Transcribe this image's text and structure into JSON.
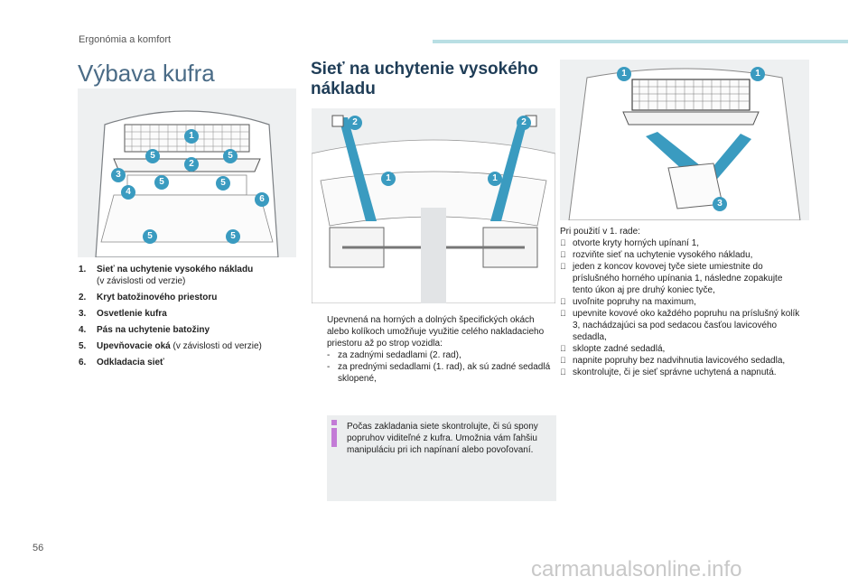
{
  "header": {
    "section_label": "Ergonómia a komfort",
    "accent": "#b9dfe4"
  },
  "left": {
    "title": "Výbava kufra",
    "legend": [
      {
        "num": "1.",
        "label": "Sieť na uchytenie vysokého nákladu",
        "sub": "(v závislosti od verzie)"
      },
      {
        "num": "2.",
        "label": "Kryt batožinového priestoru",
        "sub": ""
      },
      {
        "num": "3.",
        "label": "Osvetlenie kufra",
        "sub": ""
      },
      {
        "num": "4.",
        "label": "Pás na uchytenie batožiny",
        "sub": ""
      },
      {
        "num": "5.",
        "label": "Upevňovacie oká",
        "sub": "(v závislosti od verzie)"
      },
      {
        "num": "6.",
        "label": "Odkladacia sieť",
        "sub": ""
      }
    ],
    "badges": [
      "1",
      "2",
      "3",
      "4",
      "5",
      "5",
      "5",
      "5",
      "5",
      "5",
      "6"
    ]
  },
  "middle": {
    "title": "Sieť na uchytenie vysokého nákladu",
    "intro": "Upevnená na horných a dolných špecifických okách alebo kolíkoch umožňuje využitie celého nakladacieho priestoru až po strop vozidla:",
    "dash_items": [
      "za zadnými sedadlami (2. rad),",
      "za prednými sedadlami (1. rad), ak sú zadné sedadlá sklopené,"
    ],
    "note": "Počas zakladania siete skontrolujte, či sú spony popruhov viditeľné z kufra. Umožnia vám ľahšiu manipuláciu pri ich napínaní alebo povoľovaní.",
    "badges": [
      "2",
      "2",
      "1",
      "1"
    ]
  },
  "right": {
    "intro": "Pri použití v 1. rade:",
    "steps": [
      "otvorte kryty horných upínaní 1,",
      "rozviňte sieť na uchytenie vysokého nákladu,",
      "jeden z koncov kovovej tyče siete umiestnite do príslušného horného upínania 1, následne zopakujte tento úkon aj pre druhý koniec tyče,",
      "uvoľnite popruhy na maximum,",
      "upevnite kovové oko každého popruhu na príslušný kolík 3, nachádzajúci sa pod sedacou časťou lavicového sedadla,",
      "sklopte zadné sedadlá,",
      "napnite popruhy bez nadvihnutia lavicového sedadla,",
      "skontrolujte, či je sieť správne uchytená a napnutá."
    ],
    "badges": [
      "1",
      "1",
      "3"
    ],
    "step_marker": ""
  },
  "footer": {
    "page_number": "56",
    "watermark": "carmanualsonline.info"
  }
}
